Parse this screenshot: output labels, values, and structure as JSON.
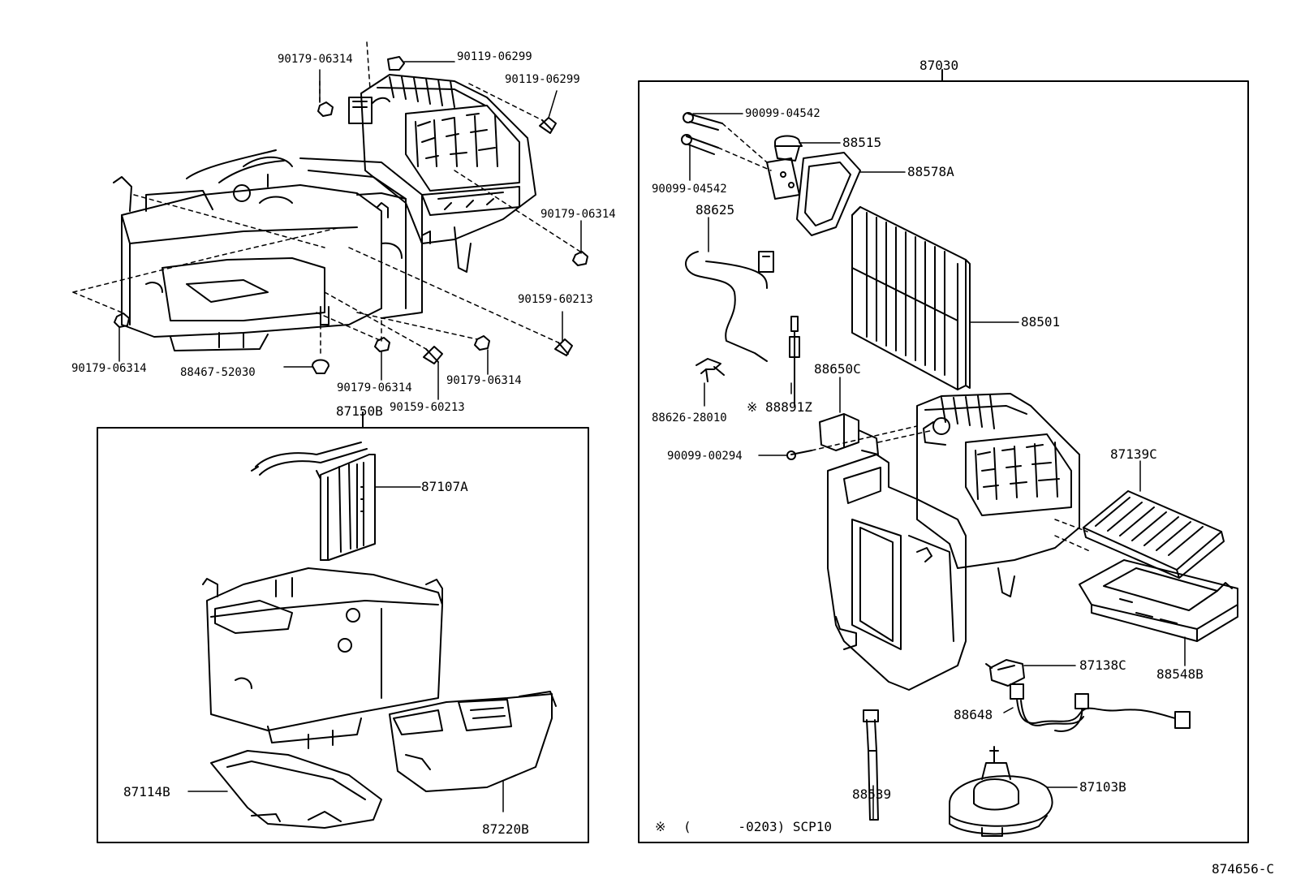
{
  "diagram_code": "874656-C",
  "footnote": {
    "mark": "※",
    "text": "(      -0203) SCP10"
  },
  "groups": {
    "heater_assy": "87150B",
    "cooling_unit": "87030"
  },
  "parts": {
    "p_90179_06314_tl": "90179-06314",
    "p_90119_06299_top": "90119-06299",
    "p_90119_06299_r": "90119-06299",
    "p_90179_06314_r": "90179-06314",
    "p_90159_60213_r": "90159-60213",
    "p_90179_06314_bl": "90179-06314",
    "p_88467_52030": "88467-52030",
    "p_90179_06314_bm": "90179-06314",
    "p_90179_06314_br": "90179-06314",
    "p_90159_60213_b": "90159-60213",
    "p_87107A": "87107A",
    "p_87114B": "87114B",
    "p_87220B": "87220B",
    "p_90099_04542_a": "90099-04542",
    "p_90099_04542_b": "90099-04542",
    "p_88515": "88515",
    "p_88578A": "88578A",
    "p_88625": "88625",
    "p_88501": "88501",
    "p_88650C": "88650C",
    "p_88891Z": "※ 88891Z",
    "p_88626_28010": "88626-28010",
    "p_90099_00294": "90099-00294",
    "p_87139C": "87139C",
    "p_87138C": "87138C",
    "p_88548B": "88548B",
    "p_88648": "88648",
    "p_88539": "88539",
    "p_87103B": "87103B"
  }
}
